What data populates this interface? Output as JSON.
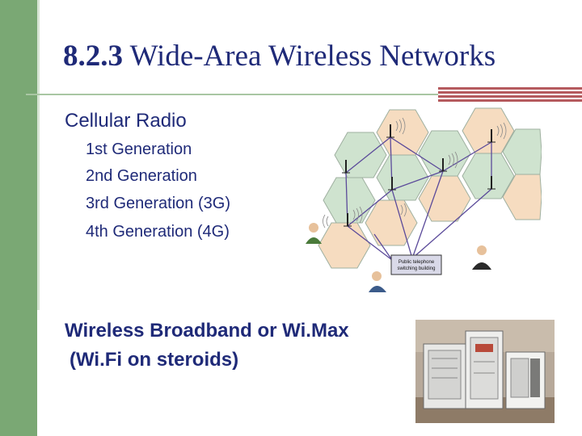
{
  "slide": {
    "title_number": "8.2.3",
    "title_text": "Wide-Area Wireless Networks",
    "heading_cellular": "Cellular Radio",
    "generations": [
      "1st Generation",
      "2nd Generation",
      "3rd Generation (3G)",
      "4th Generation (4G)"
    ],
    "heading_broadband": "Wireless Broadband or Wi.Max",
    "broadband_note": "(Wi.Fi on steroids)"
  },
  "diagram": {
    "switch_label_line1": "Public telephone",
    "switch_label_line2": "switching building"
  },
  "colors": {
    "title": "#1f2a78",
    "sidebar": "#7aa874",
    "accent_rule": "#b55a5e",
    "cell_green": "#cfe3cf",
    "cell_peach": "#f6dcc0"
  }
}
